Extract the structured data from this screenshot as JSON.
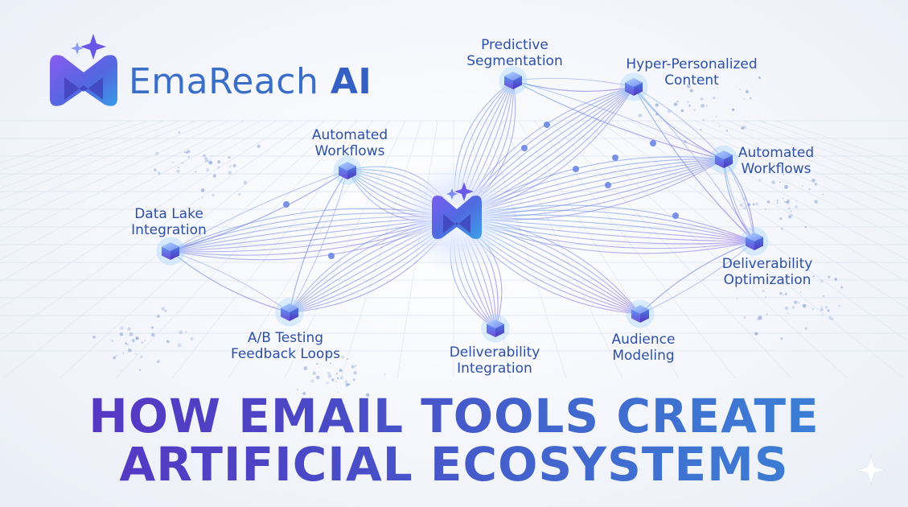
{
  "brand": {
    "name": "EmaReach",
    "suffix": "AI"
  },
  "nodes": {
    "predictive": [
      "Predictive",
      "Segmentation"
    ],
    "hyper": [
      "Hyper-Personalized",
      "Content"
    ],
    "auto_left": [
      "Automated",
      "Workflows"
    ],
    "auto_right": [
      "Automated",
      "Workflows"
    ],
    "data_lake": [
      "Data Lake",
      "Integration"
    ],
    "deliverability_opt": [
      "Deliverability",
      "Optimization"
    ],
    "ab_testing": [
      "A/B Testing",
      "Feedback Loops"
    ],
    "deliverability_int": [
      "Deliverability",
      "Integration"
    ],
    "audience": [
      "Audience",
      "Modeling"
    ]
  },
  "headline": {
    "line1": "HOW EMAIL TOOLS CREATE",
    "line2": "ARTIFICIAL ECOSYSTEMS"
  },
  "colors": {
    "accent_purple": "#5b2fc2",
    "accent_blue": "#3a86d8",
    "label_blue": "#2c4fa8",
    "line_violet": "#7b6be6"
  }
}
